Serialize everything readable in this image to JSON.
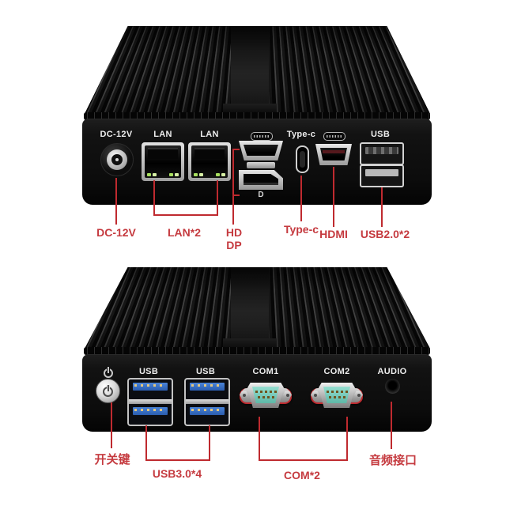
{
  "colors": {
    "annotation_line": "#bf2a2f",
    "annotation_text": "#c53a3f",
    "panel_text": "#ededed",
    "usb3_blue": "#2a5cae",
    "com_teal": "#5eb8a7"
  },
  "rear_view": {
    "panel": {
      "dc_label": "DC-12V",
      "lan1_label": "LAN",
      "lan2_label": "LAN",
      "typec_label": "Type-c",
      "usb_label": "USB",
      "dp_logo": "D"
    },
    "annotations": {
      "dc": "DC-12V",
      "lan": "LAN*2",
      "hd_line1": "HD",
      "hd_line2": "DP",
      "typec": "Type-c",
      "hdmi": "HDMI",
      "usb": "USB2.0*2"
    }
  },
  "front_view": {
    "panel": {
      "usb1_label": "USB",
      "usb2_label": "USB",
      "com1_label": "COM1",
      "com2_label": "COM2",
      "audio_label": "AUDIO"
    },
    "annotations": {
      "power": "开关键",
      "usb": "USB3.0*4",
      "com": "COM*2",
      "audio": "音频接口"
    }
  }
}
